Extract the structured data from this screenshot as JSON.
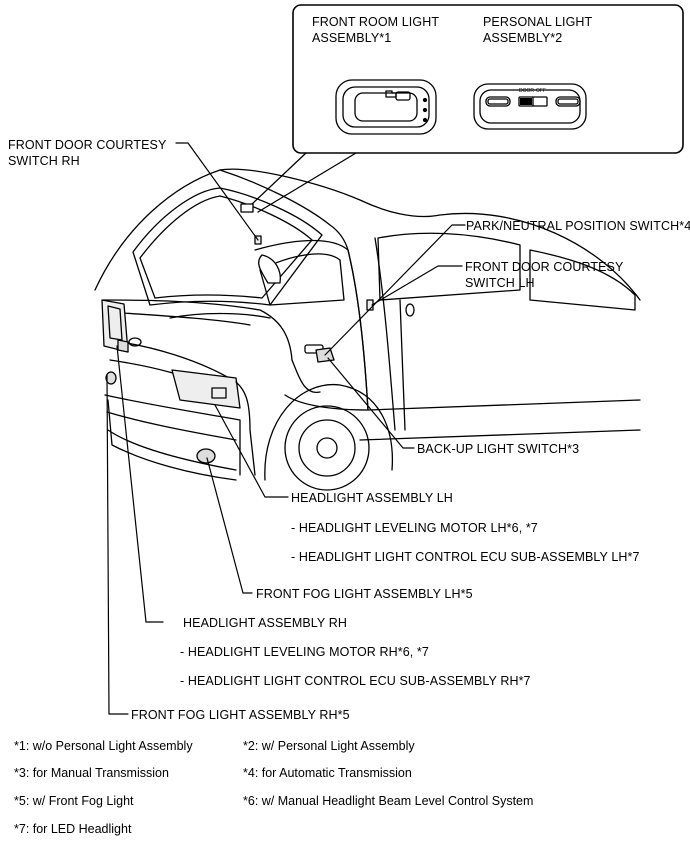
{
  "inset": {
    "front_room_light": [
      "FRONT ROOM LIGHT",
      "ASSEMBLY*1"
    ],
    "personal_light": [
      "PERSONAL LIGHT",
      "ASSEMBLY*2"
    ],
    "switch_text_a": "DOOR",
    "switch_text_b": "OFF"
  },
  "callouts": {
    "front_door_courtesy_rh": [
      "FRONT DOOR COURTESY",
      "SWITCH RH"
    ],
    "park_neutral": "PARK/NEUTRAL POSITION SWITCH*4",
    "front_door_courtesy_lh": [
      "FRONT DOOR COURTESY",
      "SWITCH LH"
    ],
    "back_up_light": "BACK-UP LIGHT SWITCH*3",
    "headlight_lh": "HEADLIGHT ASSEMBLY LH",
    "headlight_lh_motor": "- HEADLIGHT LEVELING MOTOR LH*6, *7",
    "headlight_lh_ecu": "- HEADLIGHT LIGHT CONTROL ECU SUB-ASSEMBLY LH*7",
    "front_fog_lh": "FRONT FOG LIGHT ASSEMBLY LH*5",
    "headlight_rh": "HEADLIGHT ASSEMBLY RH",
    "headlight_rh_motor": "- HEADLIGHT LEVELING MOTOR RH*6, *7",
    "headlight_rh_ecu": "- HEADLIGHT LIGHT CONTROL ECU SUB-ASSEMBLY RH*7",
    "front_fog_rh": "FRONT FOG LIGHT ASSEMBLY RH*5"
  },
  "notes": [
    "*1: w/o Personal Light Assembly",
    "*2: w/ Personal Light Assembly",
    "*3: for Manual Transmission",
    "*4: for Automatic Transmission",
    "*5: w/ Front Fog Light",
    "*6: w/ Manual Headlight Beam Level Control System",
    "*7: for LED Headlight"
  ]
}
